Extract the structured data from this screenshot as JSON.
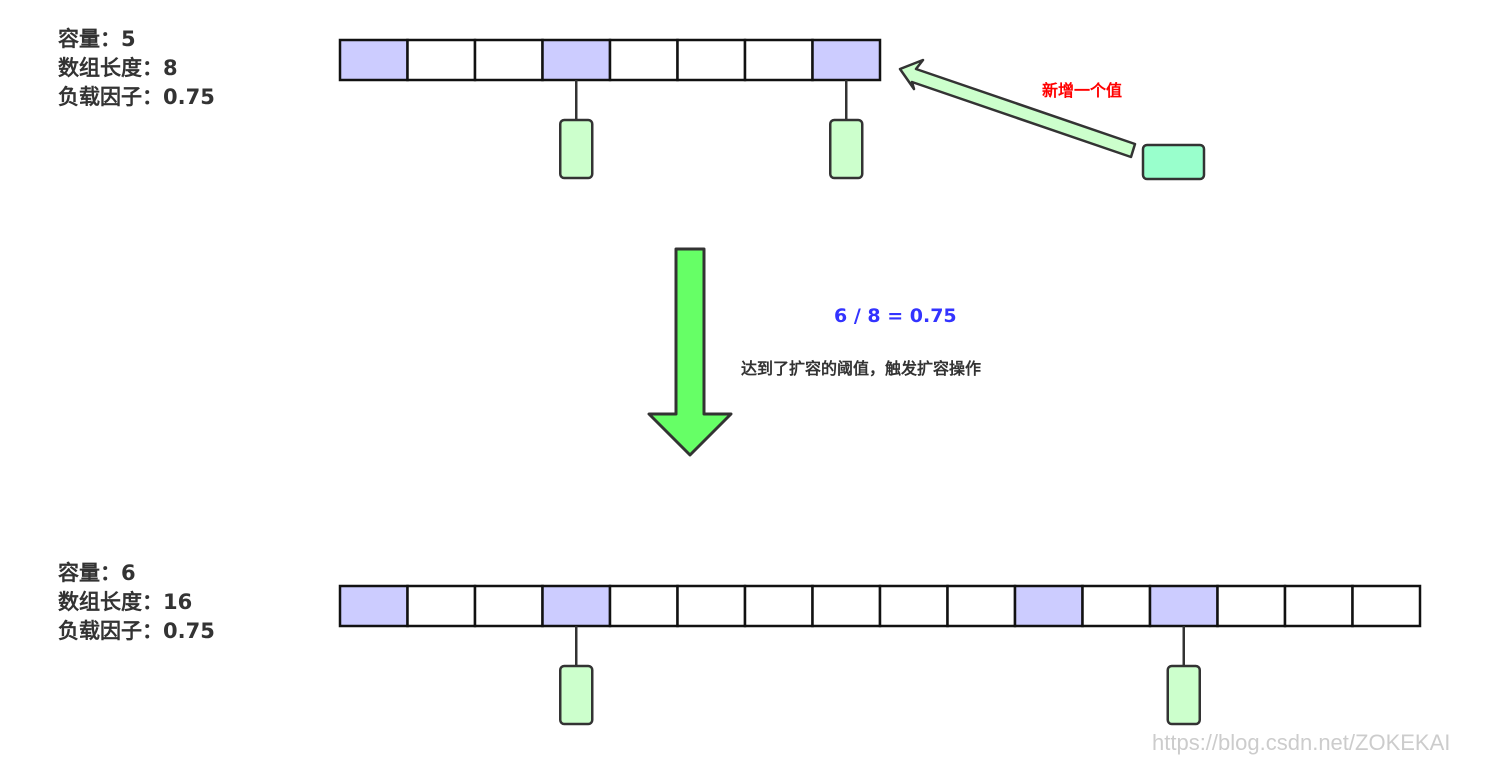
{
  "colors": {
    "filled_slot": "#ccccff",
    "empty_slot": "#ffffff",
    "slot_border": "#111111",
    "node_fill": "#ccffcc",
    "node_border": "#333333",
    "new_node_fill": "#99ffcc",
    "insert_arrow_fill": "#ccffcc",
    "expand_arrow_fill": "#66ff66",
    "red_text": "#ff0000",
    "blue_text": "#3333ff",
    "dark_text": "#333333",
    "watermark_text": "#cccccc"
  },
  "before": {
    "capacity": "容量：5",
    "array_length": "数组长度：8",
    "load_factor": "负载因子：0.75",
    "slots": 8,
    "filled": [
      0,
      3,
      7
    ],
    "nodes_at": [
      3,
      7
    ]
  },
  "insert_label": "新增一个值",
  "ratio_label": "6 / 8 = 0.75",
  "threshold_label": "达到了扩容的阈值，触发扩容操作",
  "after": {
    "capacity": "容量：6",
    "array_length": "数组长度：16",
    "load_factor": "负载因子：0.75",
    "slots": 16,
    "filled": [
      0,
      3,
      10,
      12
    ],
    "nodes_at": [
      3,
      12
    ]
  },
  "watermark": "https://blog.csdn.net/ZOKEKAI"
}
